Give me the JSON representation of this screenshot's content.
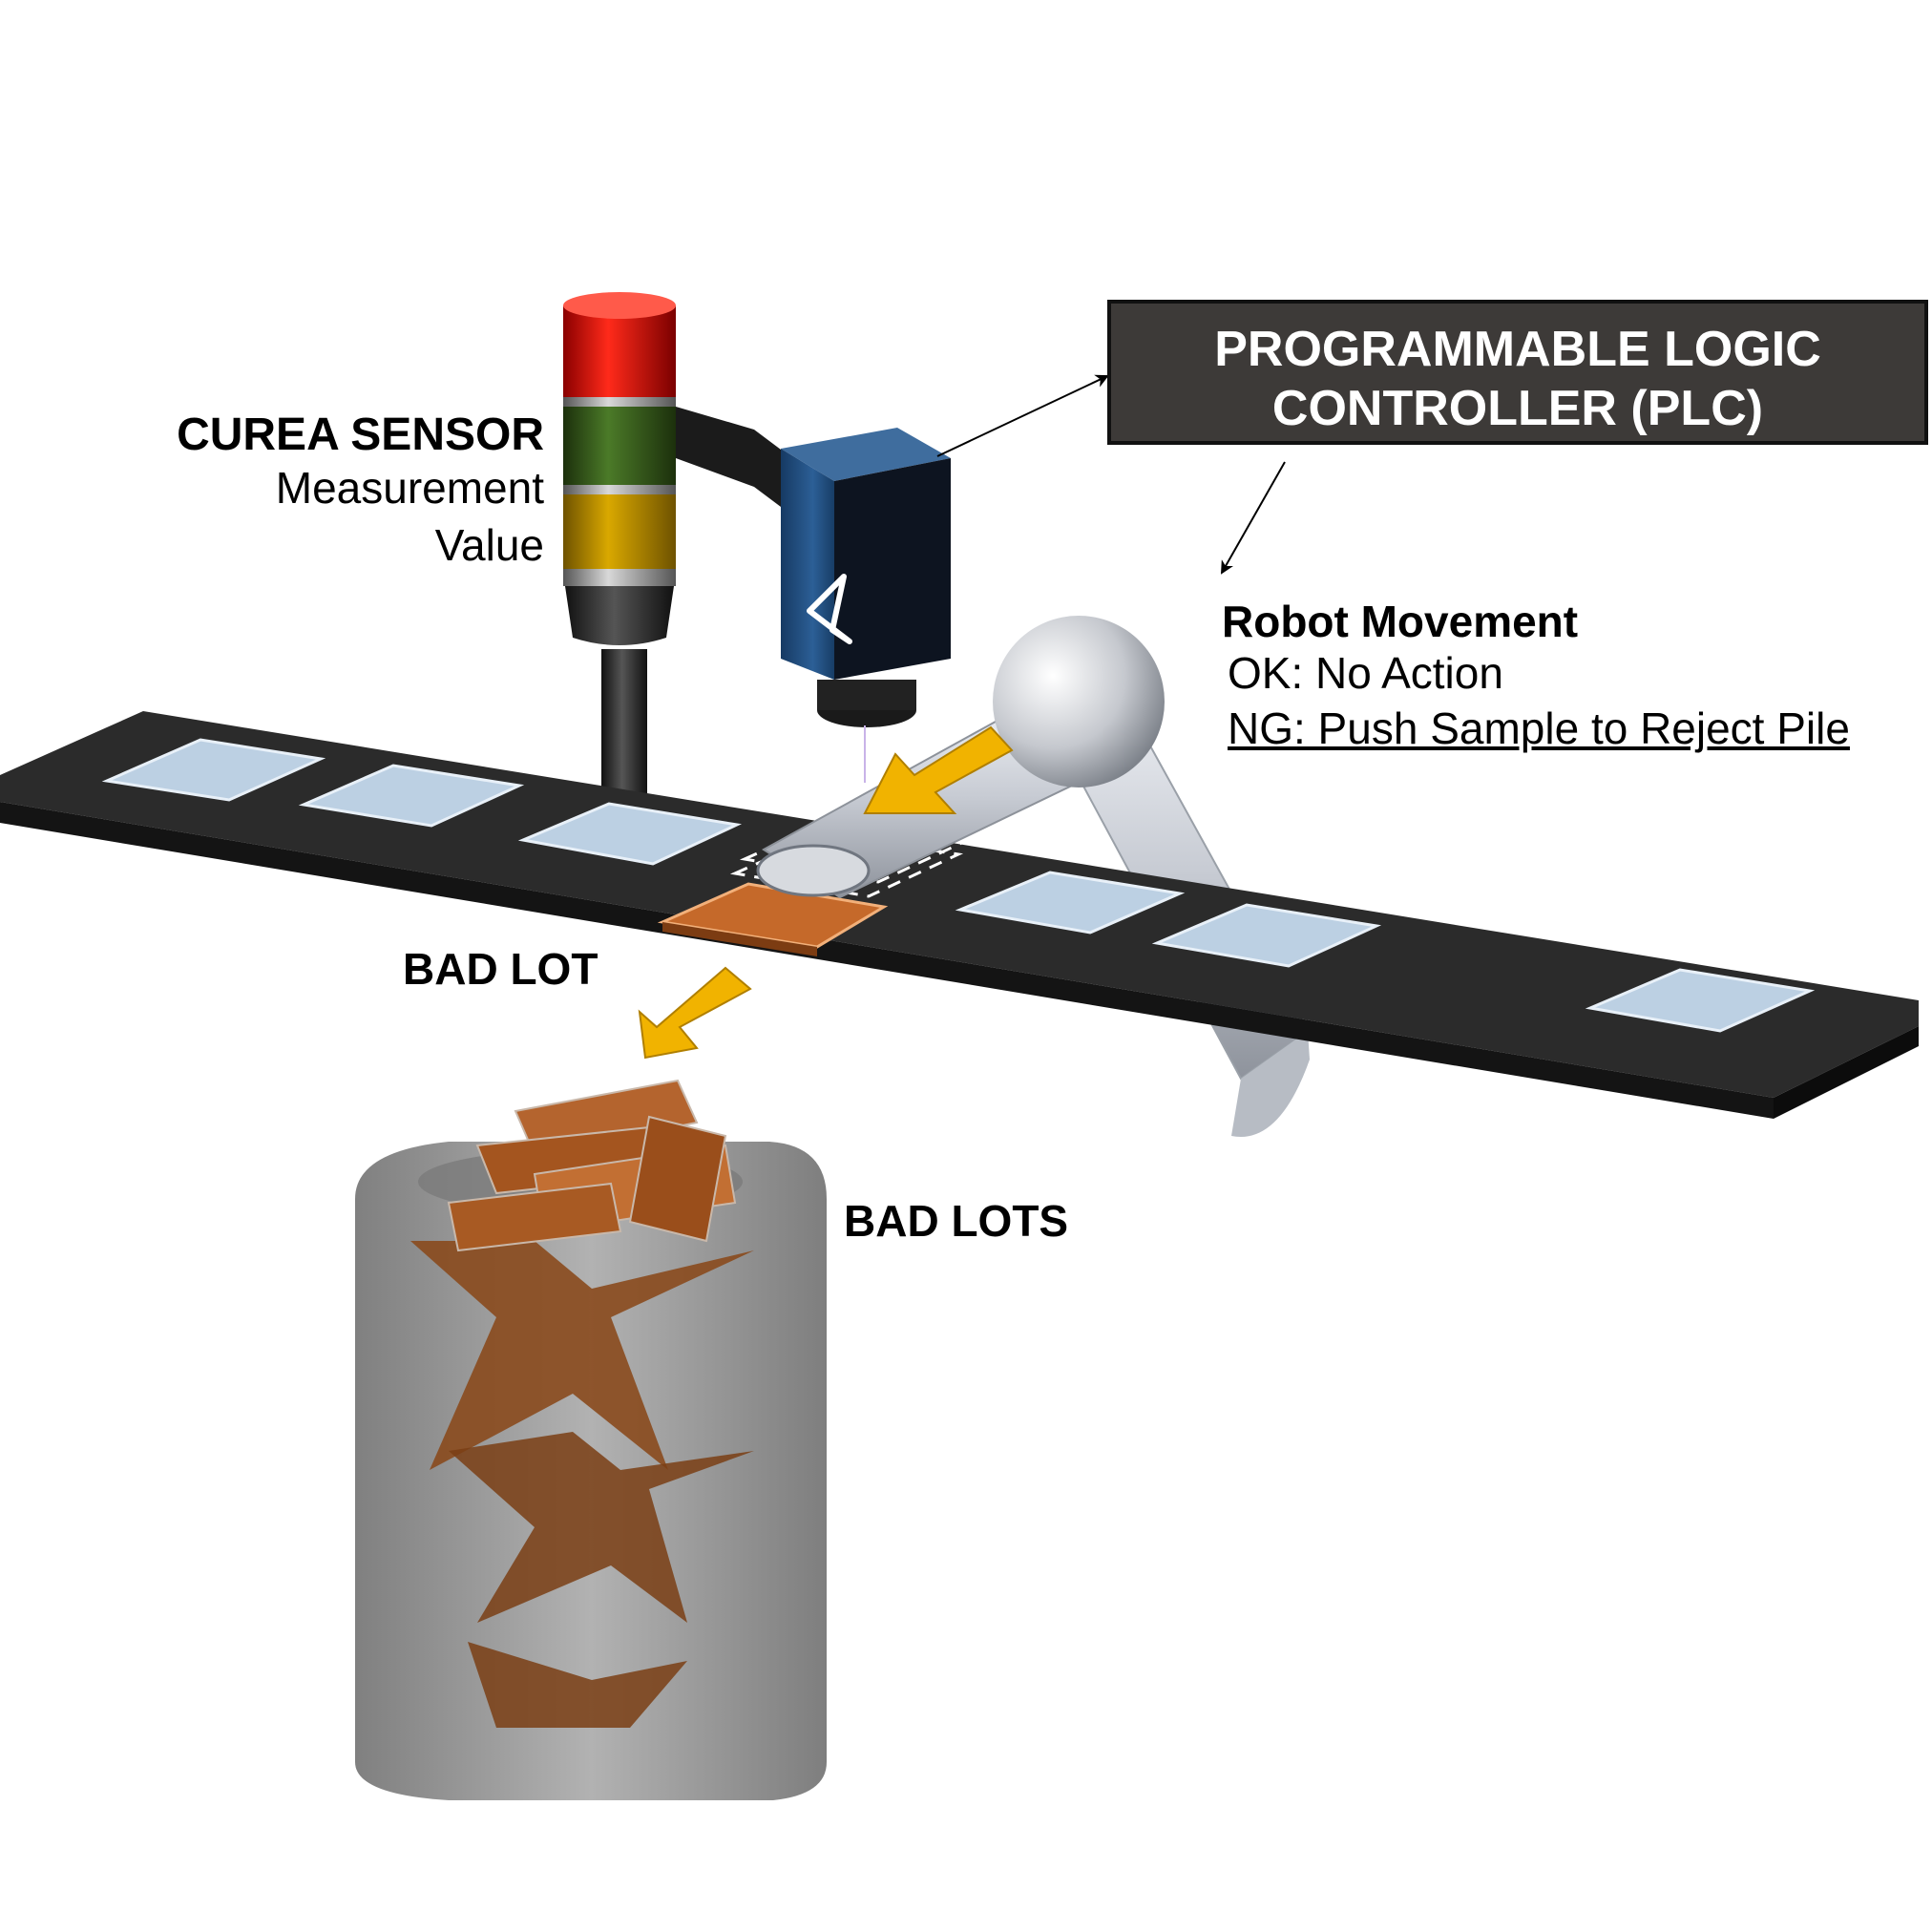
{
  "sensor": {
    "title": "CUREA SENSOR",
    "line1": "Measurement",
    "line2": "Value"
  },
  "plc": {
    "line1": "PROGRAMMABLE LOGIC",
    "line2": "CONTROLLER (PLC)"
  },
  "robot": {
    "title": "Robot Movement",
    "ok": "OK: No Action",
    "ng": "NG: Push Sample to Reject Pile"
  },
  "labels": {
    "bad_lot": "BAD LOT",
    "bad_lots": "BAD LOTS"
  },
  "colors": {
    "belt": "#2b2b2b",
    "sample_ok": "#b9cde0",
    "sample_bad": "#c06a2c",
    "arrow": "#f0b400",
    "camera": "#1f4a7a",
    "plc_box": "#3d3a38",
    "stack_red": "#e01010",
    "stack_green": "#3b5f1f",
    "stack_amber": "#c79a00"
  }
}
